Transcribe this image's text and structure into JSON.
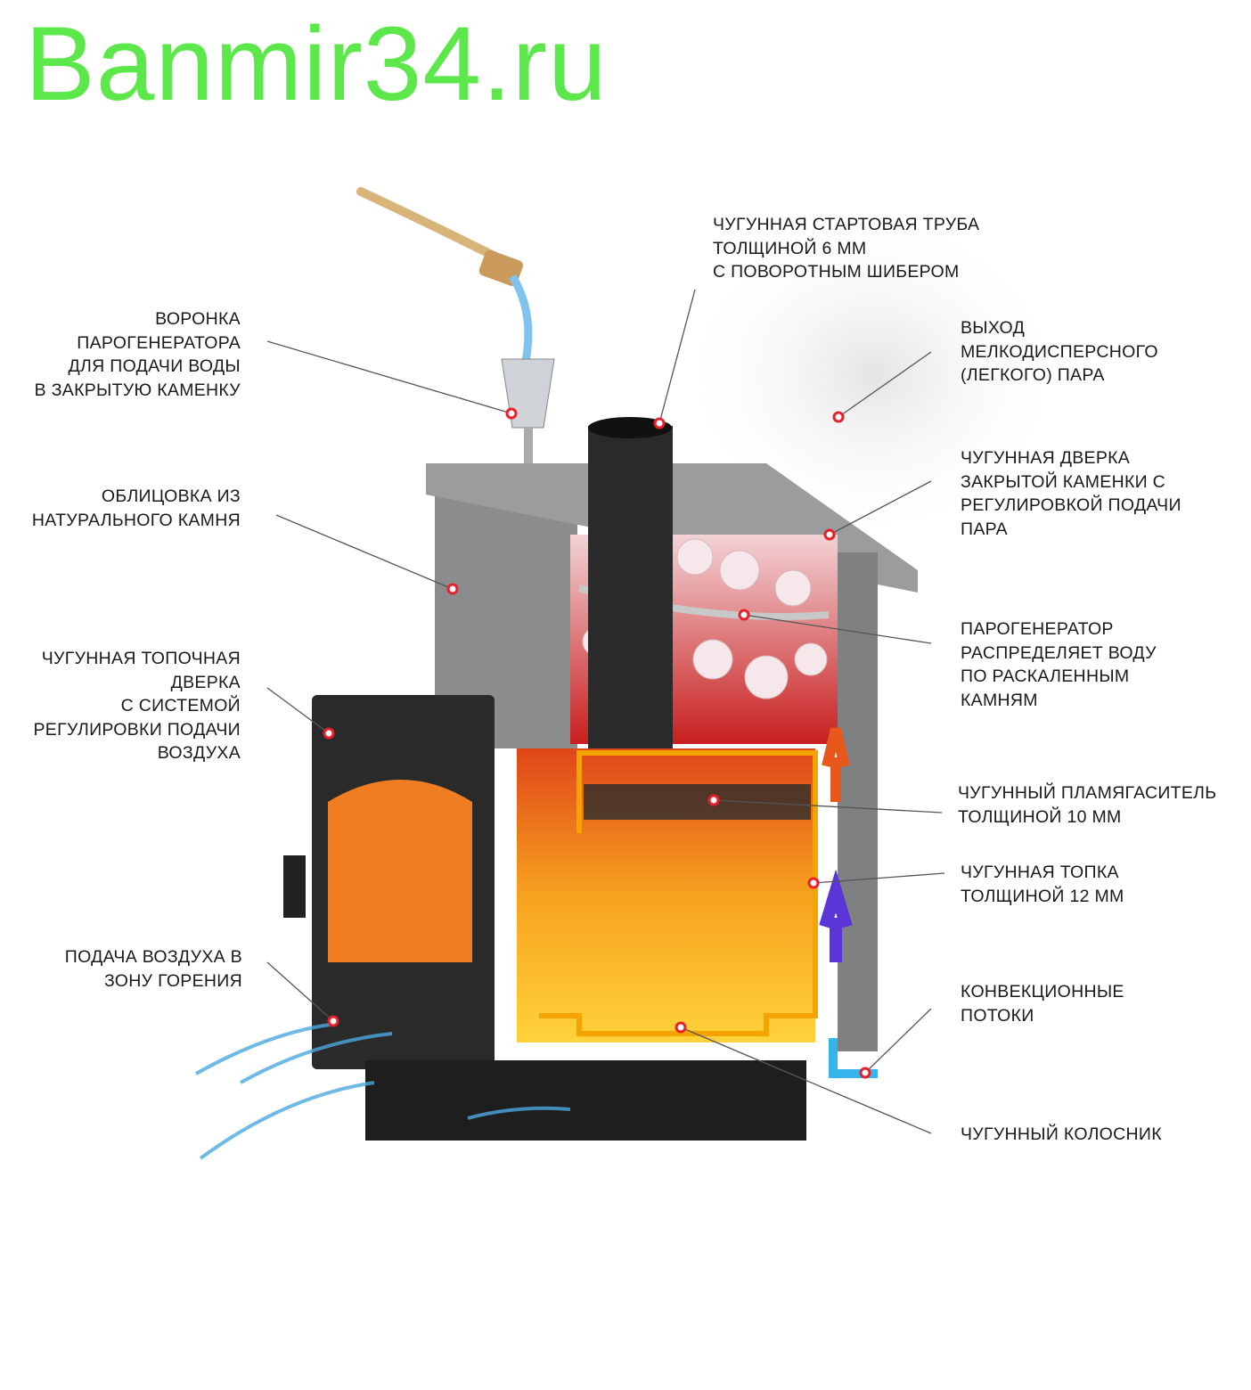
{
  "logo": "Banmir34.ru",
  "colors": {
    "logo": "#5ce84b",
    "marker": "#e8202a",
    "flame": "#f39a1a",
    "frame": "#f5a300",
    "air": "#4aa8e0"
  },
  "labels": {
    "chimney": [
      "ЧУГУННАЯ СТАРТОВАЯ ТРУБА",
      "ТОЛЩИНОЙ 6 ММ",
      "С ПОВОРОТНЫМ ШИБЕРОМ"
    ],
    "funnel": [
      "ВОРОНКА",
      "ПАРОГЕНЕРАТОРА",
      "ДЛЯ ПОДАЧИ ВОДЫ",
      "В ЗАКРЫТУЮ КАМЕНКУ"
    ],
    "steam_out": [
      "ВЫХОД",
      "МЕЛКОДИСПЕРСНОГО",
      "(ЛЕГКОГО) ПАРА"
    ],
    "stone_cladding": [
      "ОБЛИЦОВКА ИЗ",
      "НАТУРАЛЬНОГО КАМНЯ"
    ],
    "heater_door": [
      "ЧУГУННАЯ ДВЕРКА",
      "ЗАКРЫТОЙ КАМЕНКИ С",
      "РЕГУЛИРОВКОЙ ПОДАЧИ",
      "ПАРА"
    ],
    "steam_generator": [
      "ПАРОГЕНЕРАТОР",
      "РАСПРЕДЕЛЯЕТ ВОДУ",
      "ПО РАСКАЛЕННЫМ",
      "КАМНЯМ"
    ],
    "fire_door": [
      "ЧУГУННАЯ ТОПОЧНАЯ",
      "ДВЕРКА",
      "С СИСТЕМОЙ",
      "РЕГУЛИРОВКИ ПОДАЧИ",
      "ВОЗДУХА"
    ],
    "flame_arrester": [
      "ЧУГУННЫЙ ПЛАМЯГАСИТЕЛЬ",
      "ТОЛЩИНОЙ 10 ММ"
    ],
    "firebox": [
      "ЧУГУННАЯ ТОПКА",
      "ТОЛЩИНОЙ 12 ММ"
    ],
    "air_supply": [
      "ПОДАЧА ВОЗДУХА В",
      "ЗОНУ ГОРЕНИЯ"
    ],
    "convection": [
      "КОНВЕКЦИОННЫЕ",
      "ПОТОКИ"
    ],
    "grate": [
      "ЧУГУННЫЙ КОЛОСНИК"
    ]
  }
}
